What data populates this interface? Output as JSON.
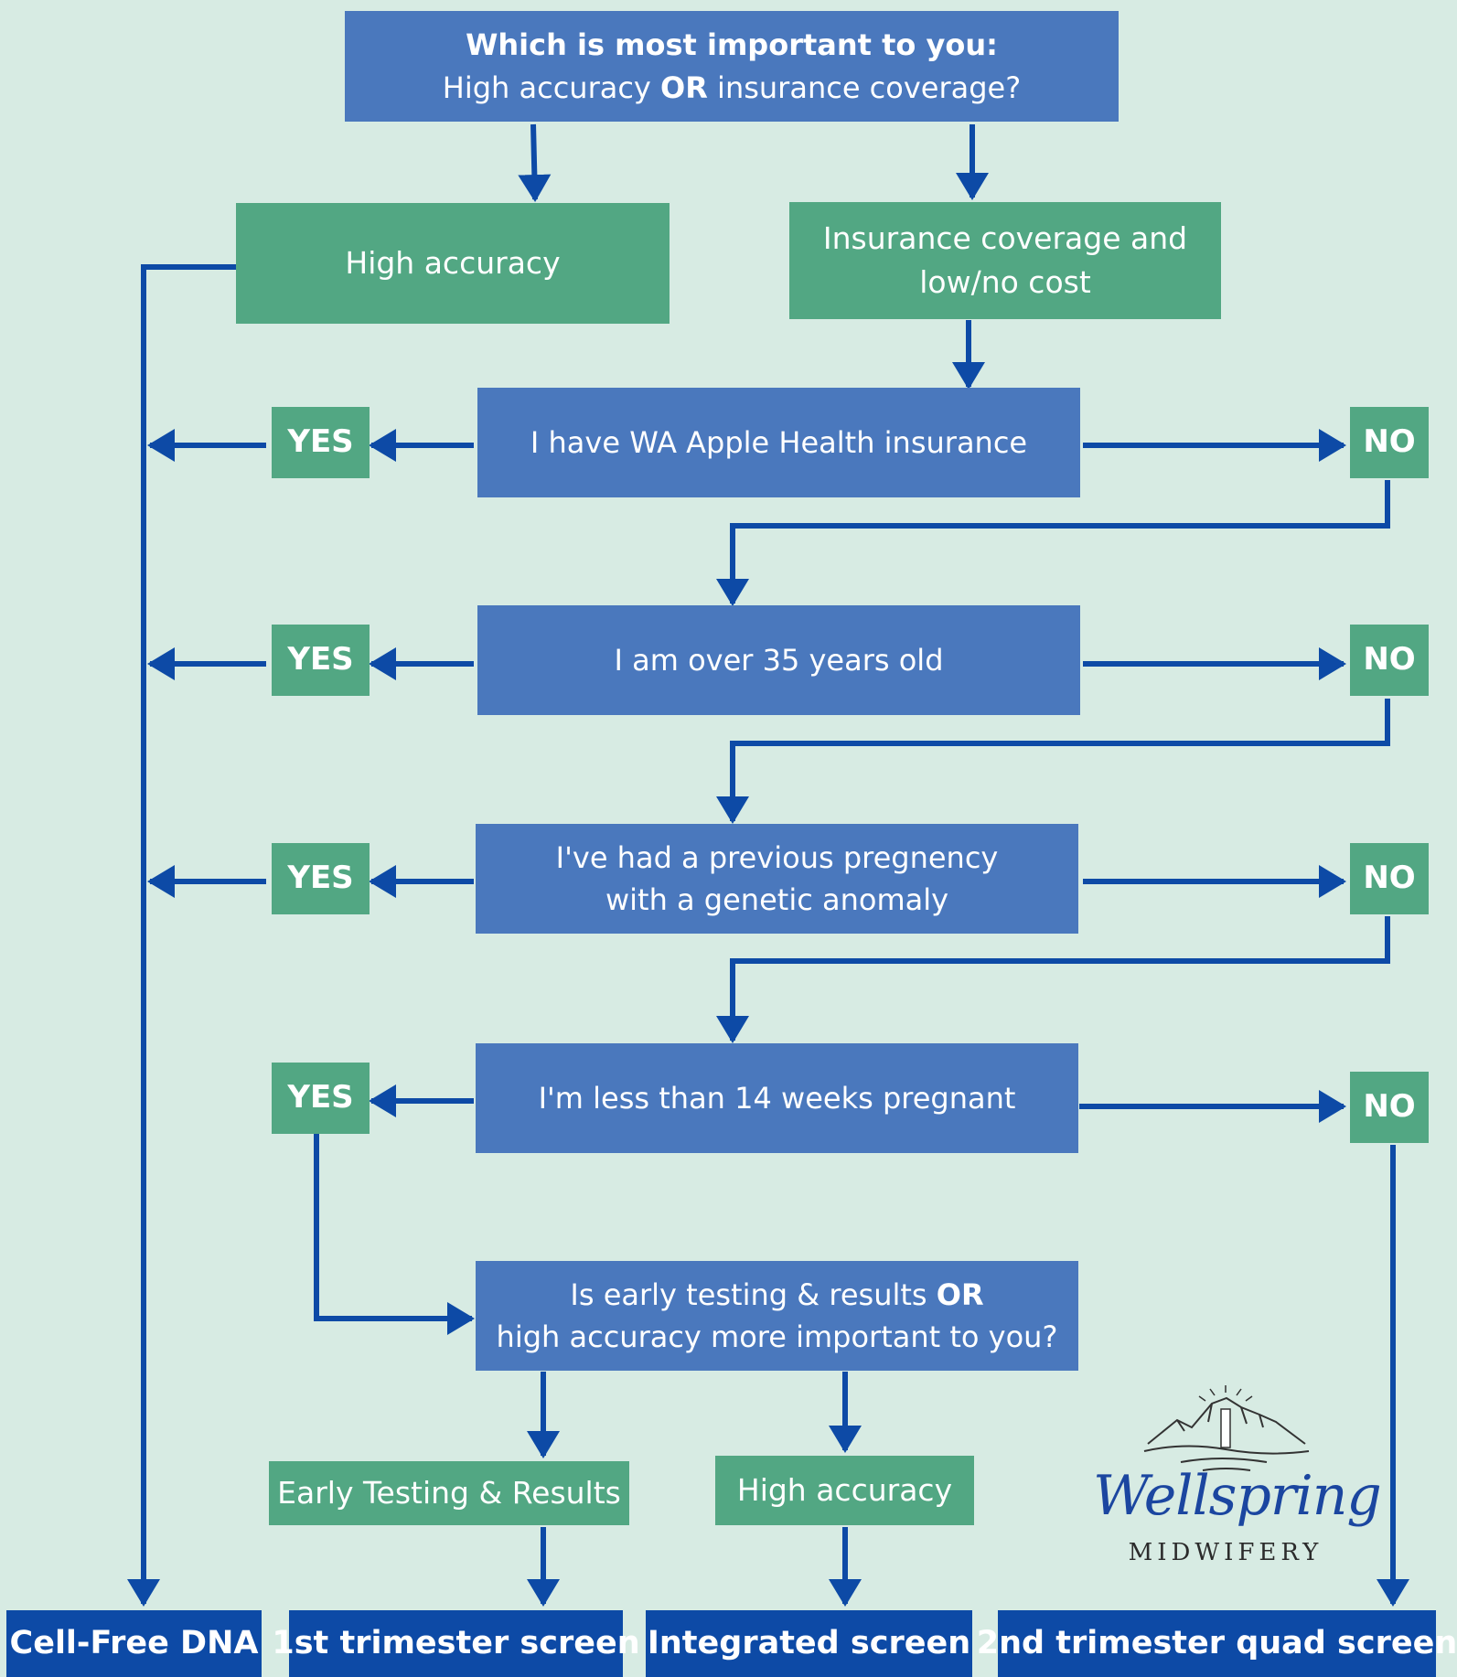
{
  "diagram": {
    "top_question": {
      "line1": "Which is most important to you:",
      "line2_part1": "High accuracy",
      "line2_bold": "OR",
      "line2_part2": "insurance coverage?"
    },
    "choices": {
      "high_accuracy": "High accuracy",
      "insurance_line1": "Insurance coverage and",
      "insurance_line2": "low/no cost"
    },
    "questions": {
      "apple_health": "I have WA Apple Health insurance",
      "over_35": "I am over 35 years old",
      "previous_line1": "I've had a previous pregnency",
      "previous_line2": "with a genetic anomaly",
      "under_14_weeks": "I'm less than 14 weeks pregnant",
      "early_line1_part1": "Is early testing & results",
      "early_line1_bold": "OR",
      "early_line2": "high accuracy more important to you?"
    },
    "answers": {
      "yes": "YES",
      "no": "NO"
    },
    "sub_choices": {
      "early_testing": "Early Testing & Results",
      "high_accuracy": "High accuracy"
    },
    "results": {
      "cell_free_dna": "Cell-Free DNA",
      "first_trimester": "1st trimester screen",
      "integrated": "Integrated screen",
      "quad": "2nd trimester quad screen"
    }
  },
  "logo": {
    "name": "Wellspring",
    "subtitle": "MIDWIFERY"
  },
  "colors": {
    "background": "#d7ebe3",
    "question_box": "#4a78bd",
    "answer_box": "#52a783",
    "result_box": "#0d4aa6",
    "arrow": "#0d4aa6"
  }
}
